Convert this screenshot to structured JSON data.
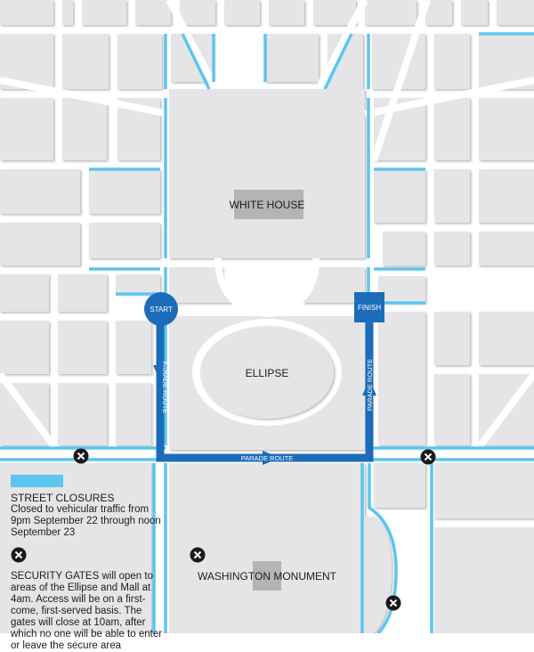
{
  "map": {
    "labels": {
      "white_house": "WHITE HOUSE",
      "ellipse": "ELLIPSE",
      "washington_monument": "WASHINGTON MONUMENT"
    },
    "route": {
      "start_label": "START",
      "finish_label": "FINISH",
      "parade_label_west": "PARADE ROUTE",
      "parade_label_south": "PARADE ROUTE",
      "parade_label_east": "PARADE ROUTE"
    },
    "colors": {
      "closure": "#5cc6ee",
      "route": "#1b6db9",
      "block": "#e5e5e7",
      "street": "#ffffff",
      "landmark": "#b4b4b6",
      "gate": "#1a1a1a"
    }
  },
  "legend": {
    "closures_title": "STREET CLOSURES",
    "closures_desc": "Closed to vehicular traffic from 9pm September 22 through noon September 23",
    "gates_text": "SECURITY GATES will open to areas of the Ellipse and Mall at 4am.  Access will be on a first-come, first-served basis. The gates will close at 10am, after which no one will be able to enter or leave the secure area",
    "gate_icon": "x-circle-icon",
    "closure_icon": "blue-swatch"
  }
}
